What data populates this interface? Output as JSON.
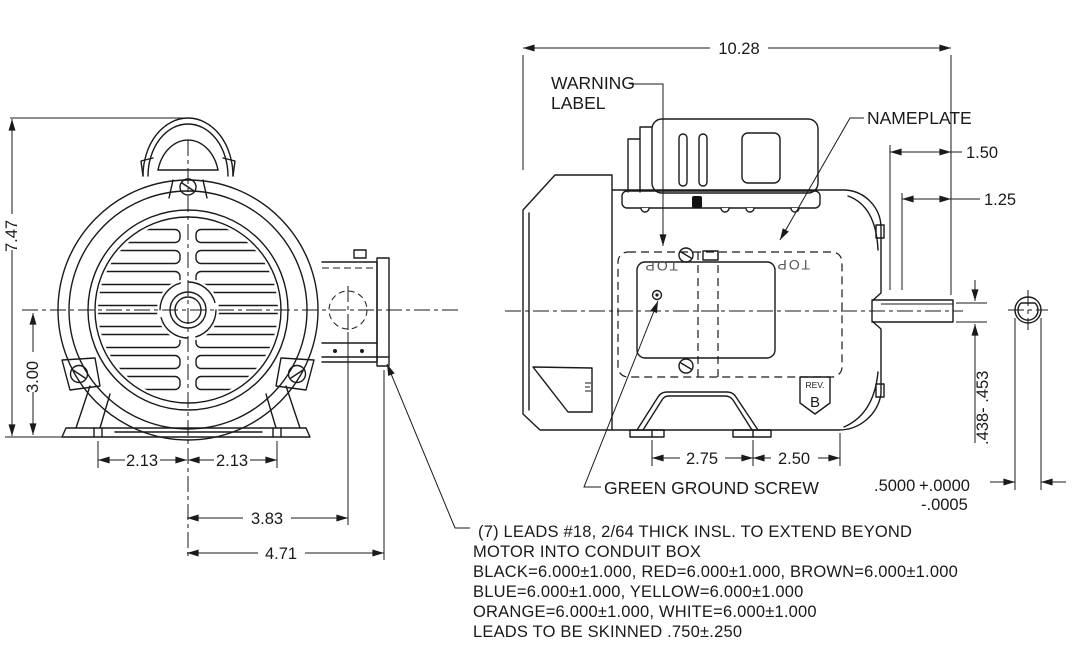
{
  "front_view": {
    "dim_height": "7.47",
    "dim_center_height": "3.00",
    "dim_foot_left": "2.13",
    "dim_foot_right": "2.13",
    "dim_center_to_conduit": "3.83",
    "dim_center_to_conduit_edge": "4.71"
  },
  "side_view": {
    "dim_overall_length": "10.28",
    "dim_shaft_ext_long": "1.50",
    "dim_shaft_ext_short": "1.25",
    "dim_foot_front": "2.75",
    "dim_foot_rear": "2.50",
    "dim_shaft_flat": ".438- .453",
    "dim_shaft_dia": ".5000",
    "dim_shaft_dia_tol_upper": "+.0000",
    "dim_shaft_dia_tol_lower": "-.0005",
    "callout_warning_line1": "WARNING",
    "callout_warning_line2": "LABEL",
    "callout_nameplate": "NAMEPLATE",
    "callout_ground_screw": "GREEN GROUND SCREW",
    "marking_top_left": "TOP",
    "marking_top_right": "TOP",
    "rev_flag_label": "REV.",
    "rev_flag_value": "B"
  },
  "notes": {
    "line1": "(7) LEADS #18, 2/64 THICK INSL. TO EXTEND BEYOND",
    "line2": "MOTOR INTO CONDUIT BOX",
    "line3": "BLACK=6.000±1.000, RED=6.000±1.000, BROWN=6.000±1.000",
    "line4": "BLUE=6.000±1.000, YELLOW=6.000±1.000",
    "line5": "ORANGE=6.000±1.000, WHITE=6.000±1.000",
    "line6": "LEADS TO BE SKINNED .750±.250"
  },
  "colors": {
    "line": "#1a1a1a",
    "background": "#ffffff",
    "muted_text": "#555555"
  }
}
